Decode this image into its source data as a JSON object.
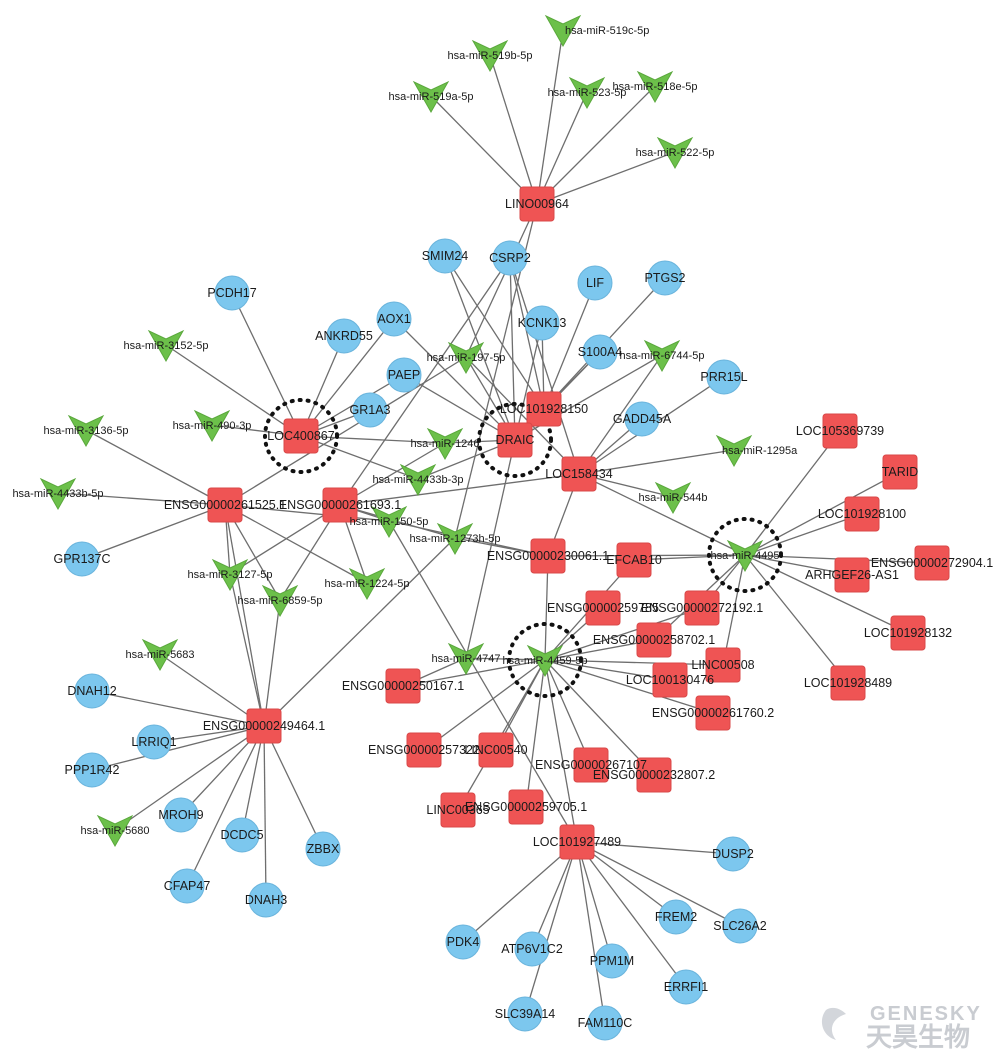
{
  "network": {
    "nodes": [
      {
        "id": "hsa-miR-519c-5p",
        "type": "mirna"
      },
      {
        "id": "hsa-miR-519b-5p",
        "type": "mirna"
      },
      {
        "id": "hsa-miR-519a-5p",
        "type": "mirna"
      },
      {
        "id": "hsa-miR-523-5p",
        "type": "mirna"
      },
      {
        "id": "hsa-miR-518e-5p",
        "type": "mirna"
      },
      {
        "id": "hsa-miR-522-5p",
        "type": "mirna"
      },
      {
        "id": "LINO00964",
        "type": "lncrna"
      },
      {
        "id": "SMIM24",
        "type": "mrna"
      },
      {
        "id": "CSRP2",
        "type": "mrna"
      },
      {
        "id": "LIF",
        "type": "mrna"
      },
      {
        "id": "PTGS2",
        "type": "mrna"
      },
      {
        "id": "PCDH17",
        "type": "mrna"
      },
      {
        "id": "AOX1",
        "type": "mrna"
      },
      {
        "id": "ANKRD55",
        "type": "mrna"
      },
      {
        "id": "KCNK13",
        "type": "mrna"
      },
      {
        "id": "hsa-miR-3152-5p",
        "type": "mirna"
      },
      {
        "id": "S100A4",
        "type": "mrna"
      },
      {
        "id": "hsa-miR-6744-5p",
        "type": "mirna"
      },
      {
        "id": "hsa-miR-197-5p",
        "type": "mirna"
      },
      {
        "id": "PAEP",
        "type": "mrna"
      },
      {
        "id": "PRR15L",
        "type": "mrna"
      },
      {
        "id": "GR1A3",
        "type": "mrna"
      },
      {
        "id": "LOC101928150",
        "type": "lncrna"
      },
      {
        "id": "GADD45A",
        "type": "mrna"
      },
      {
        "id": "LOC105369739",
        "type": "lncrna"
      },
      {
        "id": "hsa-miR-3136-5p",
        "type": "mirna"
      },
      {
        "id": "hsa-miR-490-3p",
        "type": "mirna"
      },
      {
        "id": "LOC400867",
        "type": "lncrna"
      },
      {
        "id": "DRAIC",
        "type": "lncrna"
      },
      {
        "id": "hsa-miR-1246",
        "type": "mirna"
      },
      {
        "id": "hsa-miR-1295a",
        "type": "mirna"
      },
      {
        "id": "TARID",
        "type": "lncrna"
      },
      {
        "id": "hsa-miR-4433b-3p",
        "type": "mirna"
      },
      {
        "id": "LOC158434",
        "type": "lncrna"
      },
      {
        "id": "hsa-miR-4433b-5p",
        "type": "mirna"
      },
      {
        "id": "ENSG00000261525.1",
        "type": "lncrna"
      },
      {
        "id": "ENSG00000261693.1",
        "type": "lncrna"
      },
      {
        "id": "hsa-miR-544b",
        "type": "mirna"
      },
      {
        "id": "LOC101928100",
        "type": "lncrna"
      },
      {
        "id": "hsa-miR-150-5p",
        "type": "mirna"
      },
      {
        "id": "hsa-miR-1273h-5p",
        "type": "mirna"
      },
      {
        "id": "GPR137C",
        "type": "mrna"
      },
      {
        "id": "ENSG00000230061.1",
        "type": "lncrna"
      },
      {
        "id": "EFCAB10",
        "type": "lncrna"
      },
      {
        "id": "hsa-miR-4495",
        "type": "mirna"
      },
      {
        "id": "ENSG00000272904.1",
        "type": "lncrna"
      },
      {
        "id": "ARHGEF26-AS1",
        "type": "lncrna"
      },
      {
        "id": "hsa-miR-3127-5p",
        "type": "mirna"
      },
      {
        "id": "hsa-miR-1224-5p",
        "type": "mirna"
      },
      {
        "id": "hsa-miR-6859-5p",
        "type": "mirna"
      },
      {
        "id": "ENSG00000259785",
        "type": "lncrna"
      },
      {
        "id": "ENSG00000272192.1",
        "type": "lncrna"
      },
      {
        "id": "LOC101928132",
        "type": "lncrna"
      },
      {
        "id": "ENSG00000258702.1",
        "type": "lncrna"
      },
      {
        "id": "hsa-miR-5683",
        "type": "mirna"
      },
      {
        "id": "hsa-miR-4747",
        "type": "mirna"
      },
      {
        "id": "hsa-miR-4459-5p",
        "type": "mirna"
      },
      {
        "id": "LINC00508",
        "type": "lncrna"
      },
      {
        "id": "LOC101928489",
        "type": "lncrna"
      },
      {
        "id": "DNAH12",
        "type": "mrna"
      },
      {
        "id": "ENSG00000250167.1",
        "type": "lncrna"
      },
      {
        "id": "LOC100130476",
        "type": "lncrna"
      },
      {
        "id": "ENSG00000261760.2",
        "type": "lncrna"
      },
      {
        "id": "ENSG00000249464.1",
        "type": "lncrna"
      },
      {
        "id": "LRRIQ1",
        "type": "mrna"
      },
      {
        "id": "PPP1R42",
        "type": "mrna"
      },
      {
        "id": "ENSG00000257322",
        "type": "lncrna"
      },
      {
        "id": "LINC00540",
        "type": "lncrna"
      },
      {
        "id": "ENSG00000267107",
        "type": "lncrna"
      },
      {
        "id": "ENSG00000232807.2",
        "type": "lncrna"
      },
      {
        "id": "MROH9",
        "type": "mrna"
      },
      {
        "id": "LINC00365",
        "type": "lncrna"
      },
      {
        "id": "ENSG00000259705.1",
        "type": "lncrna"
      },
      {
        "id": "hsa-miR-5680",
        "type": "mirna"
      },
      {
        "id": "DCDC5",
        "type": "mrna"
      },
      {
        "id": "ZBBX",
        "type": "mrna"
      },
      {
        "id": "LOC101927489",
        "type": "lncrna"
      },
      {
        "id": "DUSP2",
        "type": "mrna"
      },
      {
        "id": "CFAP47",
        "type": "mrna"
      },
      {
        "id": "DNAH3",
        "type": "mrna"
      },
      {
        "id": "FREM2",
        "type": "mrna"
      },
      {
        "id": "SLC26A2",
        "type": "mrna"
      },
      {
        "id": "PDK4",
        "type": "mrna"
      },
      {
        "id": "ATP6V1C2",
        "type": "mrna"
      },
      {
        "id": "PPM1M",
        "type": "mrna"
      },
      {
        "id": "ERRFI1",
        "type": "mrna"
      },
      {
        "id": "SLC39A14",
        "type": "mrna"
      },
      {
        "id": "FAM110C",
        "type": "mrna"
      }
    ],
    "labels": {
      "hsa-miR-519c-5p": "hsa-miR-519c-5p",
      "hsa-miR-519b-5p": "hsa-miR-519b-5p",
      "hsa-miR-519a-5p": "hsa-miR-519a-5p",
      "hsa-miR-523-5p": "hsa-miR-523-5p",
      "hsa-miR-518e-5p": "hsa-miR-518e-5p",
      "hsa-miR-522-5p": "hsa-miR-522-5p",
      "LINO00964": "LINO00964",
      "SMIM24": "SMIM24",
      "CSRP2": "CSRP2",
      "LIF": "LIF",
      "PTGS2": "PTGS2",
      "PCDH17": "PCDH17",
      "AOX1": "AOX1",
      "ANKRD55": "ANKRD55",
      "KCNK13": "KCNK13",
      "hsa-miR-3152-5p": "hsa-miR-3152-5p",
      "S100A4": "S100A4",
      "hsa-miR-6744-5p": "hsa-miR-6744-5p",
      "hsa-miR-197-5p": "hsa-miR-197-5p",
      "PAEP": "PAEP",
      "PRR15L": "PRR15L",
      "GR1A3": "GR1A3",
      "LOC101928150": "LOC101928150",
      "GADD45A": "GADD45A",
      "LOC105369739": "LOC105369739",
      "hsa-miR-3136-5p": "hsa-miR-3136-5p",
      "hsa-miR-490-3p": "hsa-miR-490-3p",
      "LOC400867": "LOC400867",
      "DRAIC": "DRAIC",
      "hsa-miR-1246": "hsa-miR-1246",
      "hsa-miR-1295a": "hsa-miR-1295a",
      "TARID": "TARID",
      "hsa-miR-4433b-3p": "hsa-miR-4433b-3p",
      "LOC158434": "LOC158434",
      "hsa-miR-4433b-5p": "hsa-miR-4433b-5p",
      "ENSG00000261525.1": "ENSG00000261525.1",
      "ENSG00000261693.1": "ENSG00000261693.1",
      "hsa-miR-544b": "hsa-miR-544b",
      "LOC101928100": "LOC101928100",
      "hsa-miR-150-5p": "hsa-miR-150-5p",
      "hsa-miR-1273h-5p": "hsa-miR-1273h-5p",
      "GPR137C": "GPR137C",
      "ENSG00000230061.1": "ENSG00000230061.1",
      "EFCAB10": "EFCAB10",
      "hsa-miR-4495": "hsa-miR-4495",
      "ENSG00000272904.1": "ENSG00000272904.1",
      "ARHGEF26-AS1": "ARHGEF26-AS1",
      "hsa-miR-3127-5p": "hsa-miR-3127-5p",
      "hsa-miR-1224-5p": "hsa-miR-1224-5p",
      "hsa-miR-6859-5p": "hsa-miR-6859-5p",
      "ENSG00000259785": "ENSG00000259785",
      "ENSG00000272192.1": "ENSG00000272192.1",
      "LOC101928132": "LOC101928132",
      "ENSG00000258702.1": "ENSG00000258702.1",
      "hsa-miR-5683": "hsa-miR-5683",
      "hsa-miR-4747": "hsa-miR-4747",
      "hsa-miR-4459-5p": "hsa-miR-4459-5p",
      "LINC00508": "LINC00508",
      "LOC101928489": "LOC101928489",
      "DNAH12": "DNAH12",
      "ENSG00000250167.1": "ENSG00000250167.1",
      "LOC100130476": "LOC100130476",
      "ENSG00000261760.2": "ENSG00000261760.2",
      "ENSG00000249464.1": "ENSG00000249464.1",
      "LRRIQ1": "LRRIQ1",
      "PPP1R42": "PPP1R42",
      "ENSG00000257322": "ENSG00000257322",
      "LINC00540": "LINC00540",
      "ENSG00000267107": "ENSG00000267107",
      "ENSG00000232807.2": "ENSG00000232807.2",
      "MROH9": "MROH9",
      "LINC00365": "LINC00365",
      "ENSG00000259705.1": "ENSG00000259705.1",
      "hsa-miR-5680": "hsa-miR-5680",
      "DCDC5": "DCDC5",
      "ZBBX": "ZBBX",
      "LOC101927489": "LOC101927489",
      "DUSP2": "DUSP2",
      "CFAP47": "CFAP47",
      "DNAH3": "DNAH3",
      "FREM2": "FREM2",
      "SLC26A2": "SLC26A2",
      "PDK4": "PDK4",
      "ATP6V1C2": "ATP6V1C2",
      "PPM1M": "PPM1M",
      "ERRFI1": "ERRFI1",
      "SLC39A14": "SLC39A14",
      "FAM110C": "FAM110C"
    },
    "edges": [
      [
        "LINO00964",
        "hsa-miR-519c-5p"
      ],
      [
        "LINO00964",
        "hsa-miR-519b-5p"
      ],
      [
        "LINO00964",
        "hsa-miR-519a-5p"
      ],
      [
        "LINO00964",
        "hsa-miR-523-5p"
      ],
      [
        "LINO00964",
        "hsa-miR-518e-5p"
      ],
      [
        "LINO00964",
        "hsa-miR-522-5p"
      ],
      [
        "LINO00964",
        "hsa-miR-197-5p"
      ],
      [
        "LINO00964",
        "hsa-miR-1273h-5p"
      ],
      [
        "CSRP2",
        "LOC101928150"
      ],
      [
        "CSRP2",
        "DRAIC"
      ],
      [
        "CSRP2",
        "LOC158434"
      ],
      [
        "CSRP2",
        "ENSG00000261693.1"
      ],
      [
        "SMIM24",
        "DRAIC"
      ],
      [
        "SMIM24",
        "LOC101928150"
      ],
      [
        "LIF",
        "LOC101928150"
      ],
      [
        "PTGS2",
        "LOC101928150"
      ],
      [
        "KCNK13",
        "LOC101928150"
      ],
      [
        "KCNK13",
        "DRAIC"
      ],
      [
        "S100A4",
        "DRAIC"
      ],
      [
        "S100A4",
        "LOC101928150"
      ],
      [
        "PRR15L",
        "LOC158434"
      ],
      [
        "GADD45A",
        "LOC158434"
      ],
      [
        "hsa-miR-6744-5p",
        "DRAIC"
      ],
      [
        "hsa-miR-6744-5p",
        "LOC158434"
      ],
      [
        "hsa-miR-197-5p",
        "DRAIC"
      ],
      [
        "hsa-miR-197-5p",
        "ENSG00000261525.1"
      ],
      [
        "hsa-miR-197-5p",
        "LOC158434"
      ],
      [
        "PCDH17",
        "LOC400867"
      ],
      [
        "AOX1",
        "LOC400867"
      ],
      [
        "ANKRD55",
        "LOC400867"
      ],
      [
        "PAEP",
        "LOC400867"
      ],
      [
        "GR1A3",
        "LOC400867"
      ],
      [
        "AOX1",
        "DRAIC"
      ],
      [
        "PAEP",
        "DRAIC"
      ],
      [
        "hsa-miR-3152-5p",
        "LOC400867"
      ],
      [
        "hsa-miR-490-3p",
        "LOC400867"
      ],
      [
        "hsa-miR-1246",
        "LOC400867"
      ],
      [
        "hsa-miR-1246",
        "DRAIC"
      ],
      [
        "hsa-miR-4433b-3p",
        "LOC400867"
      ],
      [
        "hsa-miR-4433b-3p",
        "DRAIC"
      ],
      [
        "hsa-miR-1295a",
        "LOC158434"
      ],
      [
        "hsa-miR-544b",
        "LOC158434"
      ],
      [
        "LOC158434",
        "hsa-miR-4495"
      ],
      [
        "LOC158434",
        "ENSG00000230061.1"
      ],
      [
        "LOC158434",
        "ENSG00000261693.1"
      ],
      [
        "hsa-miR-3136-5p",
        "ENSG00000261525.1"
      ],
      [
        "hsa-miR-4433b-5p",
        "ENSG00000261525.1"
      ],
      [
        "GPR137C",
        "ENSG00000261525.1"
      ],
      [
        "ENSG00000261525.1",
        "ENSG00000249464.1"
      ],
      [
        "ENSG00000261525.1",
        "hsa-miR-3127-5p"
      ],
      [
        "ENSG00000261525.1",
        "hsa-miR-6859-5p"
      ],
      [
        "ENSG00000261525.1",
        "hsa-miR-150-5p"
      ],
      [
        "ENSG00000261525.1",
        "hsa-miR-1224-5p"
      ],
      [
        "ENSG00000261693.1",
        "hsa-miR-150-5p"
      ],
      [
        "ENSG00000261693.1",
        "hsa-miR-1273h-5p"
      ],
      [
        "ENSG00000261693.1",
        "hsa-miR-1224-5p"
      ],
      [
        "ENSG00000261693.1",
        "hsa-miR-3127-5p"
      ],
      [
        "ENSG00000261693.1",
        "hsa-miR-6859-5p"
      ],
      [
        "ENSG00000261693.1",
        "hsa-miR-1246"
      ],
      [
        "ENSG00000230061.1",
        "hsa-miR-1273h-5p"
      ],
      [
        "ENSG00000230061.1",
        "hsa-miR-4495"
      ],
      [
        "ENSG00000230061.1",
        "hsa-miR-4459-5p"
      ],
      [
        "ENSG00000230061.1",
        "hsa-miR-150-5p"
      ],
      [
        "hsa-miR-4495",
        "LOC105369739"
      ],
      [
        "hsa-miR-4495",
        "TARID"
      ],
      [
        "hsa-miR-4495",
        "LOC101928100"
      ],
      [
        "hsa-miR-4495",
        "ENSG00000272904.1"
      ],
      [
        "hsa-miR-4495",
        "ARHGEF26-AS1"
      ],
      [
        "hsa-miR-4495",
        "LOC101928132"
      ],
      [
        "hsa-miR-4495",
        "LOC101928489"
      ],
      [
        "hsa-miR-4495",
        "EFCAB10"
      ],
      [
        "hsa-miR-4495",
        "ENSG00000272192.1"
      ],
      [
        "hsa-miR-4495",
        "LINC00508"
      ],
      [
        "hsa-miR-4495",
        "ENSG00000258702.1"
      ],
      [
        "hsa-miR-4459-5p",
        "EFCAB10"
      ],
      [
        "hsa-miR-4459-5p",
        "ENSG00000259785"
      ],
      [
        "hsa-miR-4459-5p",
        "ENSG00000272192.1"
      ],
      [
        "hsa-miR-4459-5p",
        "ENSG00000258702.1"
      ],
      [
        "hsa-miR-4459-5p",
        "LINC00508"
      ],
      [
        "hsa-miR-4459-5p",
        "LOC100130476"
      ],
      [
        "hsa-miR-4459-5p",
        "ENSG00000261760.2"
      ],
      [
        "hsa-miR-4459-5p",
        "ENSG00000250167.1"
      ],
      [
        "hsa-miR-4459-5p",
        "ENSG00000257322"
      ],
      [
        "hsa-miR-4459-5p",
        "LINC00540"
      ],
      [
        "hsa-miR-4459-5p",
        "ENSG00000267107"
      ],
      [
        "hsa-miR-4459-5p",
        "ENSG00000232807.2"
      ],
      [
        "hsa-miR-4459-5p",
        "LINC00365"
      ],
      [
        "hsa-miR-4459-5p",
        "ENSG00000259705.1"
      ],
      [
        "hsa-miR-4459-5p",
        "LOC101927489"
      ],
      [
        "hsa-miR-4459-5p",
        "hsa-miR-4747"
      ],
      [
        "hsa-miR-4747",
        "ENSG00000250167.1"
      ],
      [
        "hsa-miR-4747",
        "DRAIC"
      ],
      [
        "ENSG00000249464.1",
        "DNAH12"
      ],
      [
        "ENSG00000249464.1",
        "LRRIQ1"
      ],
      [
        "ENSG00000249464.1",
        "PPP1R42"
      ],
      [
        "ENSG00000249464.1",
        "MROH9"
      ],
      [
        "ENSG00000249464.1",
        "DCDC5"
      ],
      [
        "ENSG00000249464.1",
        "ZBBX"
      ],
      [
        "ENSG00000249464.1",
        "CFAP47"
      ],
      [
        "ENSG00000249464.1",
        "DNAH3"
      ],
      [
        "ENSG00000249464.1",
        "hsa-miR-5683"
      ],
      [
        "ENSG00000249464.1",
        "hsa-miR-5680"
      ],
      [
        "ENSG00000249464.1",
        "hsa-miR-3127-5p"
      ],
      [
        "ENSG00000249464.1",
        "hsa-miR-6859-5p"
      ],
      [
        "ENSG00000249464.1",
        "hsa-miR-1273h-5p"
      ],
      [
        "LOC101927489",
        "DUSP2"
      ],
      [
        "LOC101927489",
        "FREM2"
      ],
      [
        "LOC101927489",
        "SLC26A2"
      ],
      [
        "LOC101927489",
        "PDK4"
      ],
      [
        "LOC101927489",
        "ATP6V1C2"
      ],
      [
        "LOC101927489",
        "PPM1M"
      ],
      [
        "LOC101927489",
        "ERRFI1"
      ],
      [
        "LOC101927489",
        "SLC39A14"
      ],
      [
        "LOC101927489",
        "FAM110C"
      ],
      [
        "LOC101927489",
        "hsa-miR-150-5p"
      ]
    ],
    "highlighted": [
      "LOC400867",
      "DRAIC",
      "hsa-miR-4495",
      "hsa-miR-4459-5p"
    ]
  },
  "watermark": {
    "brand": "GENESKY",
    "brand_cn": "天昊生物"
  }
}
